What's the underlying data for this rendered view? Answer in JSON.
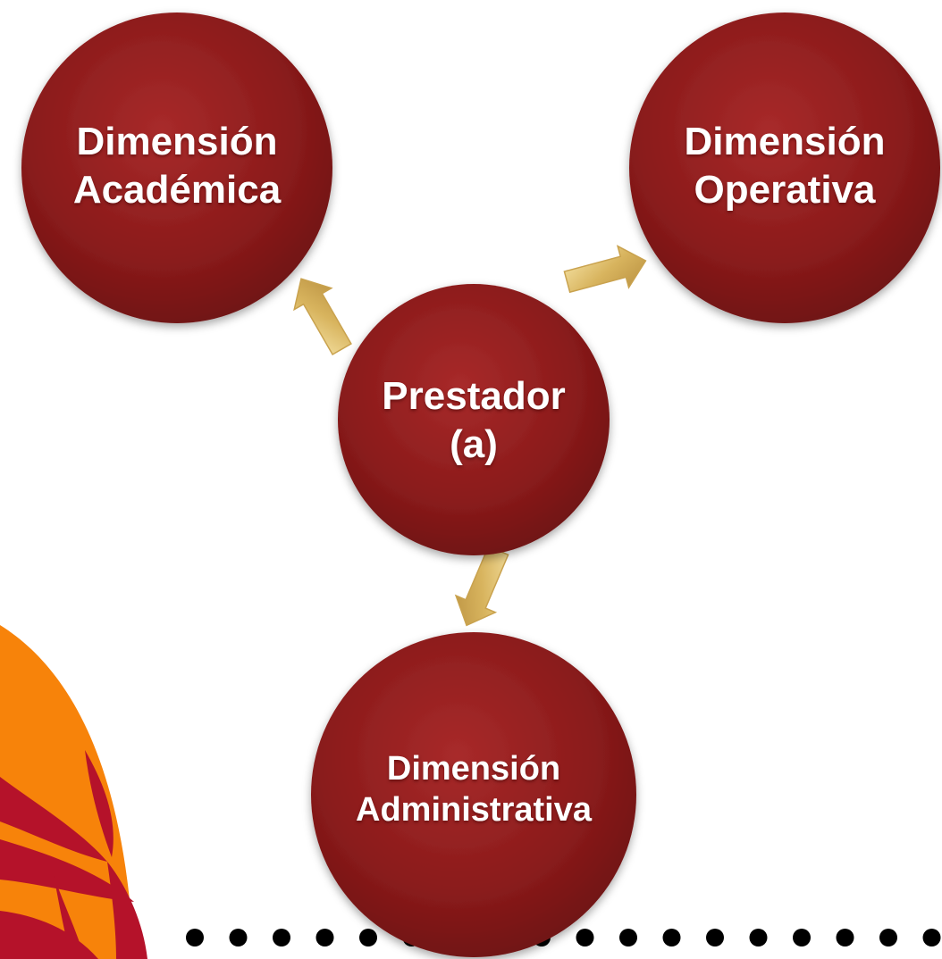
{
  "diagram": {
    "center": {
      "line1": "Prestador",
      "line2": "(a)"
    },
    "nodes": [
      {
        "id": "academica",
        "line1": "Dimensión",
        "line2": "Académica"
      },
      {
        "id": "operativa",
        "line1": "Dimensión",
        "line2": "Operativa"
      },
      {
        "id": "administrativa",
        "line1": "Dimensión",
        "line2": "Administrativa"
      }
    ]
  },
  "colors": {
    "node_fill": "#8c1c1c",
    "node_fill_light": "#c0392b",
    "arrow_fill": "#e3c675",
    "corner_shape": "#f7830a",
    "logo": "#b5122a",
    "dots": "#000000"
  },
  "icons": {
    "logo": "stylized-bird-logo-icon",
    "arrows": "arrow-icon"
  }
}
